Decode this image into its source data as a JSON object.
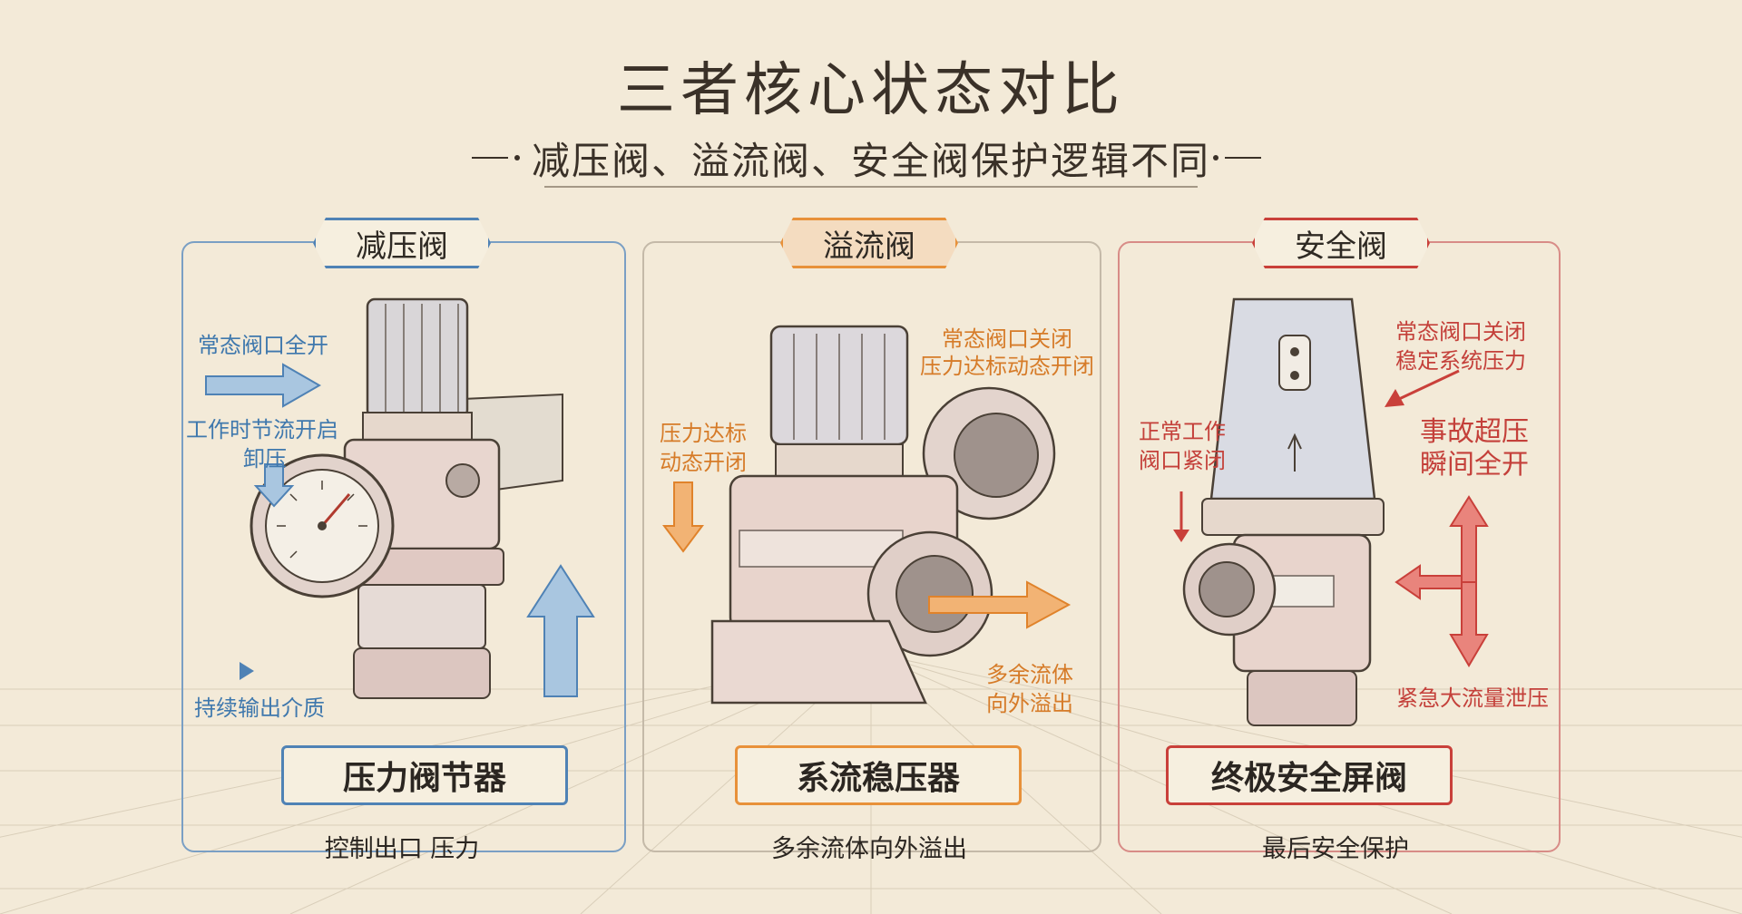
{
  "title": "三者核心状态对比",
  "subtitle": "减压阀、溢流阀、安全阀保护逻辑不同",
  "colors": {
    "background": "#f3ead8",
    "blue": "#3f78ad",
    "orange": "#e8913a",
    "red": "#c9403a",
    "ink": "#3a3128"
  },
  "panels": [
    {
      "title": "减压阀",
      "badge": "压力阀节器",
      "caption": "控制出口 压力",
      "labels": [
        "常态阀口全开",
        "工作时节流开启",
        "卸压",
        "持续输出介质"
      ]
    },
    {
      "title": "溢流阀",
      "badge": "系流稳压器",
      "caption": "多余流体向外溢出",
      "labels": [
        "常态阀口关闭",
        "压力达标动态开闭",
        "压力达标",
        "动态开闭",
        "多余流体",
        "向外溢出"
      ]
    },
    {
      "title": "安全阀",
      "badge": "终极安全屏阀",
      "caption": "最后安全保护",
      "labels": [
        "常态阀口关闭",
        "稳定系统压力",
        "正常工作",
        "阀口紧闭",
        "事故超压",
        "瞬间全开",
        "紧急大流量泄压"
      ]
    }
  ]
}
